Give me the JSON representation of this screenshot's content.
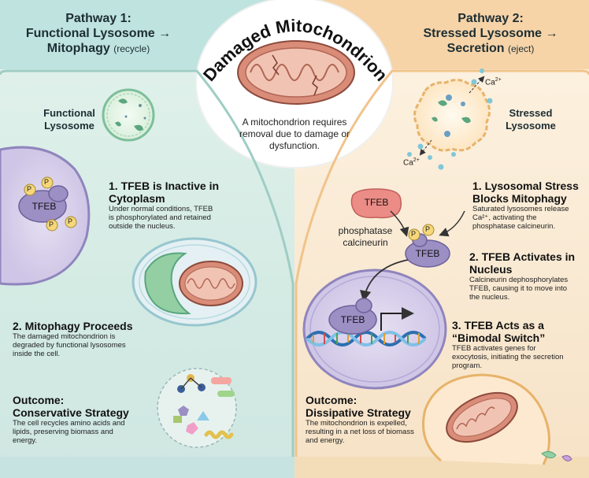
{
  "center": {
    "title": "Damaged Mitochondrion",
    "description_lines": [
      "A mitochondrion requires",
      "removal due to damage or",
      "dysfunction."
    ]
  },
  "left": {
    "header": {
      "line1": "Pathway 1:",
      "line2": "Functional Lysosome →",
      "line3_main": "Mitophagy",
      "line3_note": "(recycle)"
    },
    "lysosome_label_lines": [
      "Functional",
      "Lysosome"
    ],
    "tfeb_label": "TFEB",
    "p_label": "P",
    "step1": {
      "title_lines": [
        "1. TFEB is Inactive in",
        "Cytoplasm"
      ],
      "body_lines": [
        "Under normal conditions, TFEB",
        "is phosphorylated and retained",
        "outside the nucleus."
      ]
    },
    "step2": {
      "title": "2. Mitophagy Proceeds",
      "body_lines": [
        "The damaged mitochondrion is",
        "degraded by functional lysosomes",
        "inside the cell."
      ]
    },
    "outcome": {
      "title_lines": [
        "Outcome:",
        "Conservative Strategy"
      ],
      "body_lines": [
        "The cell recycles amino acids and",
        "lipids, preserving biomass and",
        "energy."
      ]
    }
  },
  "right": {
    "header": {
      "line1": "Pathway 2:",
      "line2": "Stressed Lysosome →",
      "line3_main": "Secretion",
      "line3_note": "(eject)"
    },
    "ca_label": "Ca",
    "ca_charge": "2+",
    "stressed_label_lines": [
      "Stressed",
      "Lysosome"
    ],
    "tfeb_label": "TFEB",
    "p_label": "P",
    "calcineurin_lines": [
      "phosphatase",
      "calcineurin"
    ],
    "step1": {
      "title_lines": [
        "1. Lysosomal Stress",
        "Blocks Mitophagy"
      ],
      "body_lines": [
        "Saturated lysosomes release",
        "Ca²⁺, activating the",
        "phosphatase calcineurin."
      ]
    },
    "step2": {
      "title_lines": [
        "2. TFEB Activates in",
        "Nucleus"
      ],
      "body_lines": [
        "Calcineurin dephosphorylates",
        "TFEB, causing it to move into",
        "the nucleus."
      ]
    },
    "step3": {
      "title_lines": [
        "3. TFEB Acts as a",
        "“Bimodal Switch”"
      ],
      "body_lines": [
        "TFEB activates genes for",
        "exocytosis, initiating the secretion",
        "program."
      ]
    },
    "outcome": {
      "title_lines": [
        "Outcome:",
        "Dissipative Strategy"
      ],
      "body_lines": [
        "The mitochondrion is expelled,",
        "resulting in a net loss of biomass",
        "and energy."
      ]
    }
  },
  "colors": {
    "left_bg": "#dcefe8",
    "left_header": "#bfe3df",
    "right_bg": "#fbeedb",
    "right_header": "#f6d4a8",
    "tfeb_purple": "#9b8fc4",
    "p_yellow": "#f6d77a",
    "mito_red": "#d98c78",
    "lyso_green": "#8cc9a2"
  }
}
